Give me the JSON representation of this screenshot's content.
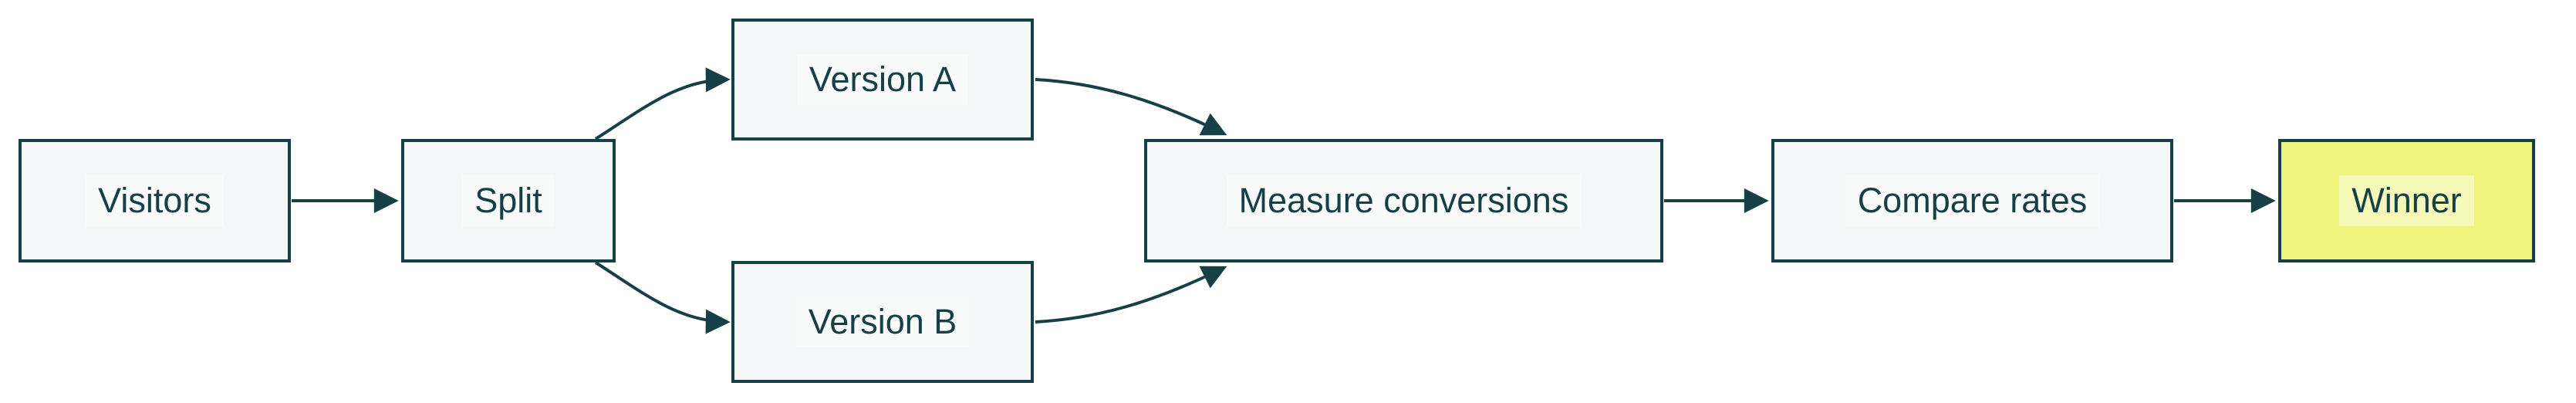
{
  "diagram": {
    "type": "flowchart",
    "direction": "left-to-right",
    "nodes": [
      {
        "id": "visitors",
        "label": "Visitors"
      },
      {
        "id": "split",
        "label": "Split"
      },
      {
        "id": "version-a",
        "label": "Version A"
      },
      {
        "id": "version-b",
        "label": "Version B"
      },
      {
        "id": "measure",
        "label": "Measure conversions"
      },
      {
        "id": "compare",
        "label": "Compare rates"
      },
      {
        "id": "winner",
        "label": "Winner",
        "highlighted": true
      }
    ],
    "edges": [
      {
        "from": "visitors",
        "to": "split"
      },
      {
        "from": "split",
        "to": "version-a"
      },
      {
        "from": "split",
        "to": "version-b"
      },
      {
        "from": "version-a",
        "to": "measure"
      },
      {
        "from": "version-b",
        "to": "measure"
      },
      {
        "from": "measure",
        "to": "compare"
      },
      {
        "from": "compare",
        "to": "winner"
      }
    ]
  },
  "colors": {
    "background": "#ffffff",
    "node_fill": "#f4f7f8",
    "node_border": "#174046",
    "node_text": "#174046",
    "edge_stroke": "#174046",
    "winner_fill": "#eef37c"
  }
}
